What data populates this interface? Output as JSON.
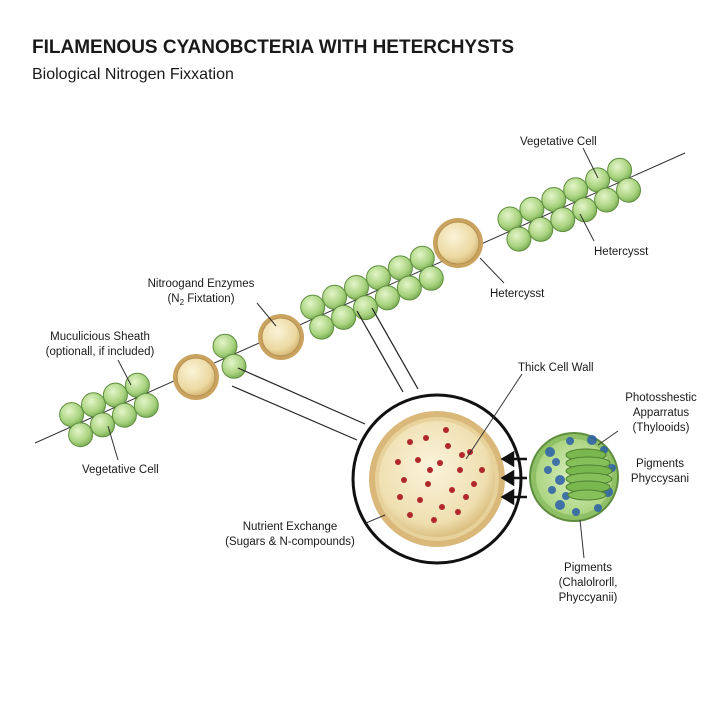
{
  "title": "FILAMENOUS CYANOBCTERIA WITH HETERCHYSTS",
  "subtitle": "Biological Nitrogen Fixxation",
  "labels": {
    "vegetative_cell_top": "Vegetative Cell",
    "hetercysst_right": "Hetercysst",
    "hetercysst_mid": "Hetercysst",
    "nitrogen_enzymes_line1": "Nitroogand Enzymes",
    "nitrogen_enzymes_line2_pre": "(N",
    "nitrogen_enzymes_line2_sub": "2",
    "nitrogen_enzymes_line2_post": " Fixtation)",
    "sheath_line1": "Muculicious Sheath",
    "sheath_line2": "(optionall, if included)",
    "vegetative_cell_bottom": "Vegetative Cell",
    "thick_cell_wall": "Thick Cell Wall",
    "photosynthetic_line1": "Photosshestic",
    "photosynthetic_line2": "Apparratus",
    "photosynthetic_line3": "(Thylooids)",
    "pigments_right_line1": "Pigments",
    "pigments_right_line2": "Phyccysani",
    "nutrient_line1": "Nutrient Exchange",
    "nutrient_line2": "(Sugars & N-compounds)",
    "pigments_bottom_line1": "Pigments",
    "pigments_bottom_line2": "(Chalolrorll,",
    "pigments_bottom_line3": "Phyccyanii)"
  },
  "colors": {
    "vegetative_fill": "#b5dc8e",
    "vegetative_stroke": "#5f8f3e",
    "heterocyst_fill": "#f0dfae",
    "heterocyst_ring": "#c9a35f",
    "enzyme_dots": "#b0282c",
    "pigment_blue": "#2a5fa8",
    "thylakoid_green": "#6fae45"
  }
}
